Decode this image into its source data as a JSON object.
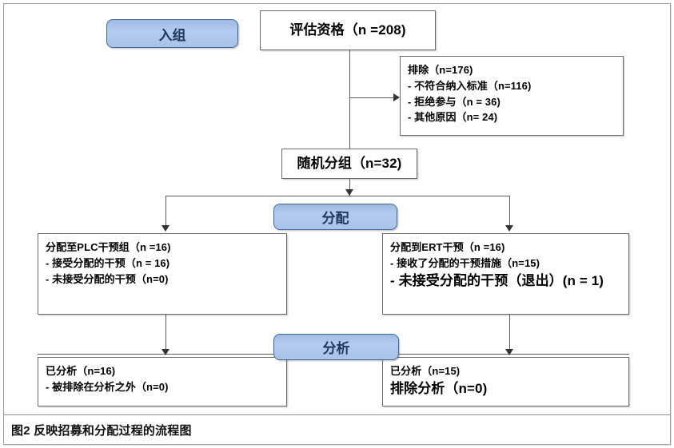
{
  "figure": {
    "caption": "图2 反映招募和分配过程的流程图"
  },
  "banners": {
    "enrollment": "入组",
    "allocation": "分配",
    "analysis": "分析"
  },
  "nodes": {
    "eligibility": {
      "title": "评估资格（n =208)"
    },
    "excluded": {
      "lines": [
        "排除（n=176)",
        "- 不符合纳入标准（n=116)",
        "- 拒绝参与（n = 36)",
        "- 其他原因（n= 24)"
      ]
    },
    "randomized": {
      "title": "随机分组（n=32)"
    },
    "allocation_left": {
      "lines": [
        "分配至PLC干预组（n =16)",
        "- 接受分配的干预（n = 16)",
        "- 未接受分配的干预（n=0)"
      ]
    },
    "allocation_right": {
      "lines": [
        "分配到ERT干预（n =16)",
        "- 接收了分配的干预措施（n=15)",
        "- 未接受分配的干预（退出）(n = 1)"
      ]
    },
    "analysis_left": {
      "lines": [
        "已分析（n=16)",
        "- 被排除在分析之外（n=0)"
      ]
    },
    "analysis_right": {
      "lines": [
        "已分析（n=15)",
        "排除分析（n=0)"
      ]
    }
  },
  "colors": {
    "banner_fill": "#a9c3ea",
    "banner_border": "#41699c",
    "banner_text": "#20365f",
    "box_border": "#6b6b6b",
    "connector": "#5a5a5a",
    "page_background": "#ffffff"
  }
}
